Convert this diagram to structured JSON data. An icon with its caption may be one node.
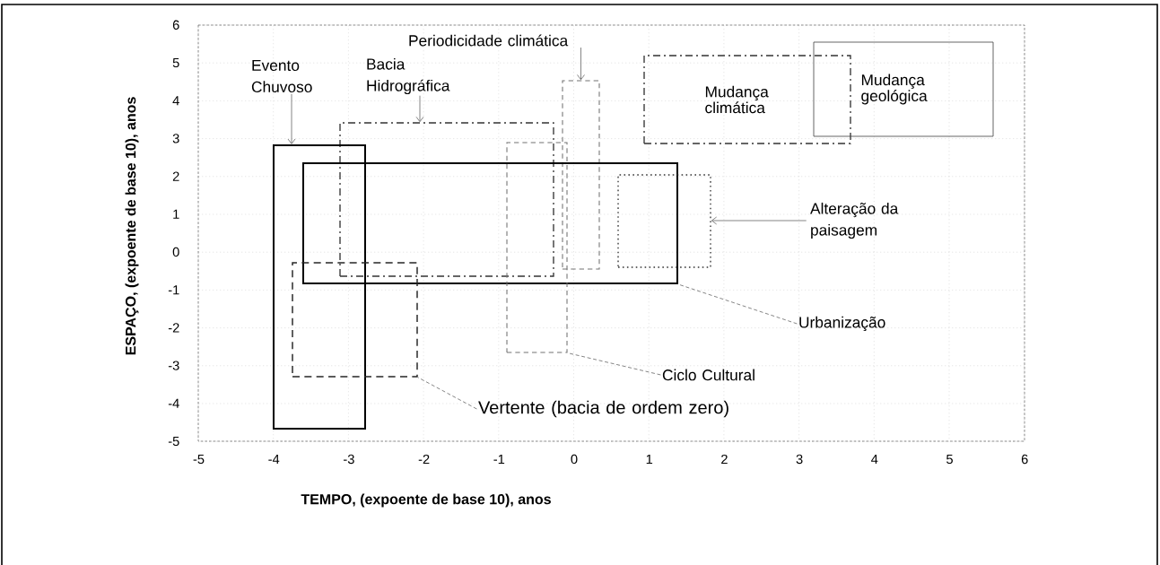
{
  "diagram": {
    "nodes": [
      {
        "text": [
          "Periodicidade climática"
        ]
      },
      {
        "text": [
          "Evento Chuvoso"
        ]
      },
      {
        "text": [
          "Bacia Hidrográfica"
        ]
      },
      {
        "text": [
          "Mudança climática"
        ]
      },
      {
        "text": [
          "Mudança geológica"
        ]
      },
      {
        "text": [],
        "shape": "box"
      },
      {
        "text": [],
        "shape": "box"
      },
      {
        "text": [],
        "shape": "box"
      },
      {
        "text": [],
        "shape": "box"
      },
      {
        "text": [],
        "shape": "box"
      },
      {
        "text": [],
        "shape": "box"
      },
      {
        "text": [
          "Alteração da paisagem"
        ]
      },
      {
        "text": [],
        "shape": "box"
      },
      {
        "text": [
          "Urbanização"
        ]
      },
      {
        "text": [
          "Ciclo Cultural"
        ]
      },
      {
        "text": [
          "Vertente (bacia de ordem zero)"
        ]
      }
    ],
    "edges": [
      {
        "from": 0,
        "to": 5,
        "arrow": "to"
      },
      {
        "from": 1,
        "to": 7,
        "arrow": "to"
      },
      {
        "from": 2,
        "to": 6,
        "arrow": "to"
      },
      {
        "from": 11,
        "to": 10,
        "arrow": "to"
      },
      {
        "from": 13,
        "to": 8,
        "arrow": "none",
        "style": "dashed"
      },
      {
        "from": 14,
        "to": 9,
        "arrow": "none",
        "style": "dashed"
      },
      {
        "from": 15,
        "to": 12,
        "arrow": "none",
        "style": "dashed"
      }
    ],
    "labels": [
      "ESPAÇO, (expoente de base 10), anos",
      "6",
      "5",
      "4",
      "3",
      "2",
      "1",
      "0",
      "-1",
      "-2",
      "-3",
      "-4",
      "-5",
      "-5",
      "-4",
      "-3",
      "-2",
      "-1",
      "0",
      "1",
      "2",
      "3",
      "4",
      "5",
      "6",
      "TEMPO, (expoente  de base 10), anos"
    ]
  }
}
